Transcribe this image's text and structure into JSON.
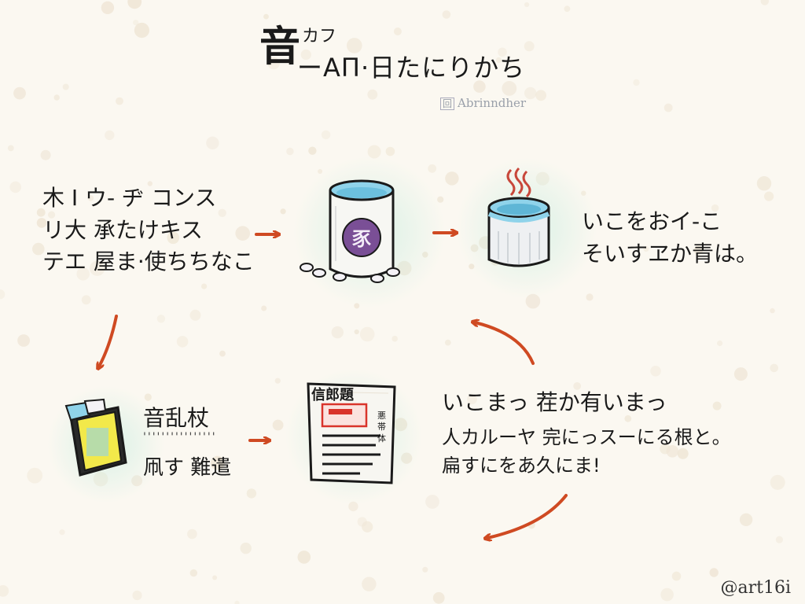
{
  "title": {
    "big_char": "音",
    "small_text": "カフ",
    "main_text": "ーAΠ·日たにりかち",
    "subtitle": "Abrinndher"
  },
  "step1": {
    "lines": [
      "木 I ウ- ヂ コンス",
      "リ大 承たけキス",
      "テエ 屋ま·使ちちなこ"
    ]
  },
  "step2": {
    "container_label": "豕"
  },
  "step3": {
    "lines": [
      "いこをおイ-こ",
      "そいすヱか青は。"
    ]
  },
  "step4": {
    "heading": "音乱杖",
    "dotted": "''''''''''''''''",
    "line": "凧す 難遣"
  },
  "step5": {
    "header": "信郎題",
    "side_text": "悪\n帯\n体"
  },
  "step6": {
    "heading": "いこまっ 茬か有いまっ",
    "lines": [
      "人カルーヤ 完にっスーにる根と。",
      "扁すにをあ久にま!"
    ]
  },
  "watermark": "@art16i",
  "colors": {
    "arrow": "#cf4a22",
    "ink": "#1a1a1a",
    "water": "#8fd3ea",
    "label_circle": "#7a4f96",
    "highlight_yellow": "#f2e94a",
    "highlight_red": "#d9342b",
    "steam": "#c8473a",
    "background": "#fbf8f1"
  }
}
